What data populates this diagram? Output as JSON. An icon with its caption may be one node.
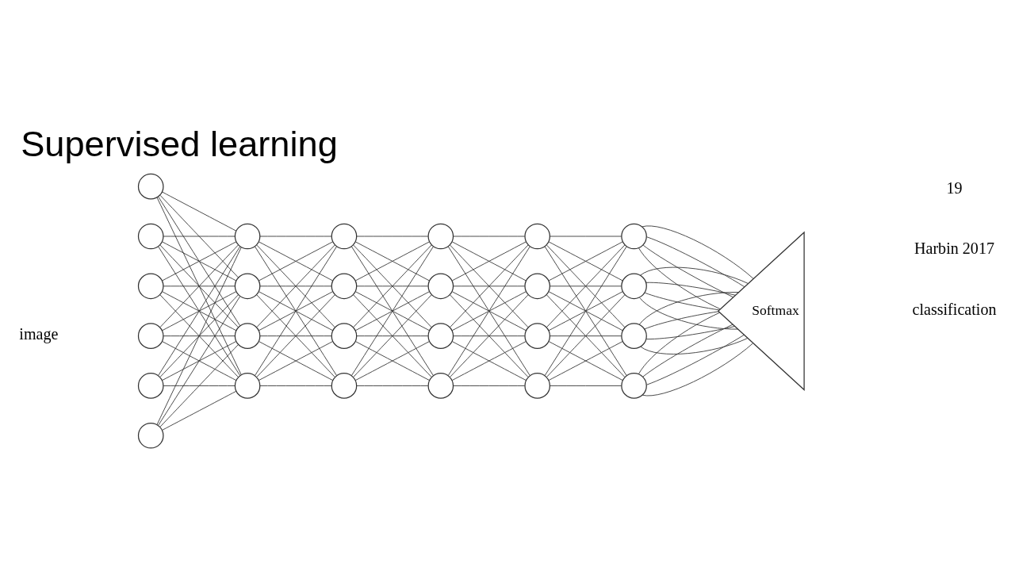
{
  "diagram": {
    "title": "Supervised learning",
    "nodes": [
      {
        "text": [],
        "shape": "circle"
      },
      {
        "text": [],
        "shape": "circle"
      },
      {
        "text": [],
        "shape": "circle"
      },
      {
        "text": [],
        "shape": "circle"
      },
      {
        "text": [],
        "shape": "circle"
      },
      {
        "text": [],
        "shape": "circle"
      },
      {
        "text": [],
        "shape": "circle"
      },
      {
        "text": [],
        "shape": "circle"
      },
      {
        "text": [],
        "shape": "circle"
      },
      {
        "text": [],
        "shape": "circle"
      },
      {
        "text": [],
        "shape": "circle"
      },
      {
        "text": [],
        "shape": "circle"
      },
      {
        "text": [],
        "shape": "circle"
      },
      {
        "text": [],
        "shape": "circle"
      },
      {
        "text": [],
        "shape": "circle"
      },
      {
        "text": [],
        "shape": "circle"
      },
      {
        "text": [],
        "shape": "circle"
      },
      {
        "text": [],
        "shape": "circle"
      },
      {
        "text": [],
        "shape": "circle"
      },
      {
        "text": [],
        "shape": "circle"
      },
      {
        "text": [],
        "shape": "circle"
      },
      {
        "text": [],
        "shape": "circle"
      },
      {
        "text": [],
        "shape": "circle"
      },
      {
        "text": [],
        "shape": "circle"
      },
      {
        "text": [],
        "shape": "circle"
      },
      {
        "text": [],
        "shape": "circle"
      },
      {
        "text": [
          "Softmax"
        ]
      }
    ],
    "edges": [
      {
        "from": 0,
        "to": 6,
        "arrow": "none"
      },
      {
        "from": 0,
        "to": 7,
        "arrow": "none"
      },
      {
        "from": 0,
        "to": 8,
        "arrow": "none"
      },
      {
        "from": 0,
        "to": 9,
        "arrow": "none"
      },
      {
        "from": 1,
        "to": 6,
        "arrow": "none"
      },
      {
        "from": 1,
        "to": 7,
        "arrow": "none"
      },
      {
        "from": 1,
        "to": 8,
        "arrow": "none"
      },
      {
        "from": 1,
        "to": 9,
        "arrow": "none"
      },
      {
        "from": 2,
        "to": 6,
        "arrow": "none"
      },
      {
        "from": 2,
        "to": 7,
        "arrow": "none"
      },
      {
        "from": 2,
        "to": 8,
        "arrow": "none"
      },
      {
        "from": 2,
        "to": 9,
        "arrow": "none"
      },
      {
        "from": 3,
        "to": 6,
        "arrow": "none"
      },
      {
        "from": 3,
        "to": 7,
        "arrow": "none"
      },
      {
        "from": 3,
        "to": 8,
        "arrow": "none"
      },
      {
        "from": 3,
        "to": 9,
        "arrow": "none"
      },
      {
        "from": 4,
        "to": 6,
        "arrow": "none"
      },
      {
        "from": 4,
        "to": 7,
        "arrow": "none"
      },
      {
        "from": 4,
        "to": 8,
        "arrow": "none"
      },
      {
        "from": 4,
        "to": 9,
        "arrow": "none"
      },
      {
        "from": 5,
        "to": 6,
        "arrow": "none"
      },
      {
        "from": 5,
        "to": 7,
        "arrow": "none"
      },
      {
        "from": 5,
        "to": 8,
        "arrow": "none"
      },
      {
        "from": 5,
        "to": 9,
        "arrow": "none"
      },
      {
        "from": 6,
        "to": 10,
        "arrow": "none"
      },
      {
        "from": 6,
        "to": 11,
        "arrow": "none"
      },
      {
        "from": 6,
        "to": 12,
        "arrow": "none"
      },
      {
        "from": 6,
        "to": 13,
        "arrow": "none"
      },
      {
        "from": 7,
        "to": 10,
        "arrow": "none"
      },
      {
        "from": 7,
        "to": 11,
        "arrow": "none"
      },
      {
        "from": 7,
        "to": 12,
        "arrow": "none"
      },
      {
        "from": 7,
        "to": 13,
        "arrow": "none"
      },
      {
        "from": 8,
        "to": 10,
        "arrow": "none"
      },
      {
        "from": 8,
        "to": 11,
        "arrow": "none"
      },
      {
        "from": 8,
        "to": 12,
        "arrow": "none"
      },
      {
        "from": 8,
        "to": 13,
        "arrow": "none"
      },
      {
        "from": 9,
        "to": 10,
        "arrow": "none"
      },
      {
        "from": 9,
        "to": 11,
        "arrow": "none"
      },
      {
        "from": 9,
        "to": 12,
        "arrow": "none"
      },
      {
        "from": 9,
        "to": 13,
        "arrow": "none"
      },
      {
        "from": 10,
        "to": 14,
        "arrow": "none"
      },
      {
        "from": 10,
        "to": 15,
        "arrow": "none"
      },
      {
        "from": 10,
        "to": 16,
        "arrow": "none"
      },
      {
        "from": 10,
        "to": 17,
        "arrow": "none"
      },
      {
        "from": 11,
        "to": 14,
        "arrow": "none"
      },
      {
        "from": 11,
        "to": 15,
        "arrow": "none"
      },
      {
        "from": 11,
        "to": 16,
        "arrow": "none"
      },
      {
        "from": 11,
        "to": 17,
        "arrow": "none"
      },
      {
        "from": 12,
        "to": 14,
        "arrow": "none"
      },
      {
        "from": 12,
        "to": 15,
        "arrow": "none"
      },
      {
        "from": 12,
        "to": 16,
        "arrow": "none"
      },
      {
        "from": 12,
        "to": 17,
        "arrow": "none"
      },
      {
        "from": 13,
        "to": 14,
        "arrow": "none"
      },
      {
        "from": 13,
        "to": 15,
        "arrow": "none"
      },
      {
        "from": 13,
        "to": 16,
        "arrow": "none"
      },
      {
        "from": 13,
        "to": 17,
        "arrow": "none"
      },
      {
        "from": 14,
        "to": 18,
        "arrow": "none"
      },
      {
        "from": 14,
        "to": 19,
        "arrow": "none"
      },
      {
        "from": 14,
        "to": 20,
        "arrow": "none"
      },
      {
        "from": 14,
        "to": 21,
        "arrow": "none"
      },
      {
        "from": 15,
        "to": 18,
        "arrow": "none"
      },
      {
        "from": 15,
        "to": 19,
        "arrow": "none"
      },
      {
        "from": 15,
        "to": 20,
        "arrow": "none"
      },
      {
        "from": 15,
        "to": 21,
        "arrow": "none"
      },
      {
        "from": 16,
        "to": 18,
        "arrow": "none"
      },
      {
        "from": 16,
        "to": 19,
        "arrow": "none"
      },
      {
        "from": 16,
        "to": 20,
        "arrow": "none"
      },
      {
        "from": 16,
        "to": 21,
        "arrow": "none"
      },
      {
        "from": 17,
        "to": 18,
        "arrow": "none"
      },
      {
        "from": 17,
        "to": 19,
        "arrow": "none"
      },
      {
        "from": 17,
        "to": 20,
        "arrow": "none"
      },
      {
        "from": 17,
        "to": 21,
        "arrow": "none"
      },
      {
        "from": 18,
        "to": 22,
        "arrow": "none"
      },
      {
        "from": 18,
        "to": 23,
        "arrow": "none"
      },
      {
        "from": 18,
        "to": 24,
        "arrow": "none"
      },
      {
        "from": 18,
        "to": 25,
        "arrow": "none"
      },
      {
        "from": 19,
        "to": 22,
        "arrow": "none"
      },
      {
        "from": 19,
        "to": 23,
        "arrow": "none"
      },
      {
        "from": 19,
        "to": 24,
        "arrow": "none"
      },
      {
        "from": 19,
        "to": 25,
        "arrow": "none"
      },
      {
        "from": 20,
        "to": 22,
        "arrow": "none"
      },
      {
        "from": 20,
        "to": 23,
        "arrow": "none"
      },
      {
        "from": 20,
        "to": 24,
        "arrow": "none"
      },
      {
        "from": 20,
        "to": 25,
        "arrow": "none"
      },
      {
        "from": 21,
        "to": 22,
        "arrow": "none"
      },
      {
        "from": 21,
        "to": 23,
        "arrow": "none"
      },
      {
        "from": 21,
        "to": 24,
        "arrow": "none"
      },
      {
        "from": 21,
        "to": 25,
        "arrow": "none"
      },
      {
        "from": 22,
        "to": 26,
        "arrow": "none"
      },
      {
        "from": 22,
        "to": 26,
        "arrow": "none"
      },
      {
        "from": 22,
        "to": 26,
        "arrow": "none"
      },
      {
        "from": 22,
        "to": 26,
        "arrow": "none"
      },
      {
        "from": 23,
        "to": 26,
        "arrow": "none"
      },
      {
        "from": 23,
        "to": 26,
        "arrow": "none"
      },
      {
        "from": 23,
        "to": 26,
        "arrow": "none"
      },
      {
        "from": 23,
        "to": 26,
        "arrow": "none"
      },
      {
        "from": 24,
        "to": 26,
        "arrow": "none"
      },
      {
        "from": 24,
        "to": 26,
        "arrow": "none"
      },
      {
        "from": 24,
        "to": 26,
        "arrow": "none"
      },
      {
        "from": 24,
        "to": 26,
        "arrow": "none"
      },
      {
        "from": 25,
        "to": 26,
        "arrow": "none"
      },
      {
        "from": 25,
        "to": 26,
        "arrow": "none"
      },
      {
        "from": 25,
        "to": 26,
        "arrow": "none"
      },
      {
        "from": 25,
        "to": 26,
        "arrow": "none"
      }
    ],
    "labels": [
      "image",
      "classification",
      "Harbin 2017",
      "19"
    ]
  }
}
